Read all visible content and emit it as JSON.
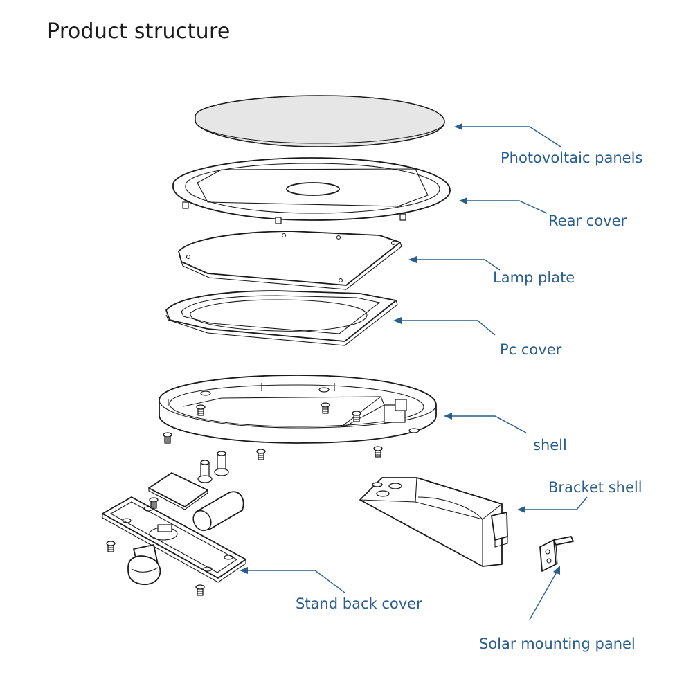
{
  "title": "Product structure",
  "parts": [
    {
      "id": "photovoltaic-panels",
      "label": "Photovoltaic panels"
    },
    {
      "id": "rear-cover",
      "label": "Rear cover"
    },
    {
      "id": "lamp-plate",
      "label": "Lamp plate"
    },
    {
      "id": "pc-cover",
      "label": "Pc cover"
    },
    {
      "id": "shell",
      "label": "shell"
    },
    {
      "id": "bracket-shell",
      "label": "Bracket shell"
    },
    {
      "id": "stand-back-cover",
      "label": "Stand back cover"
    },
    {
      "id": "solar-mounting-panel",
      "label": "Solar mounting panel"
    }
  ],
  "colors": {
    "label": "#2a5e8e",
    "line": "#1a1a1a"
  }
}
